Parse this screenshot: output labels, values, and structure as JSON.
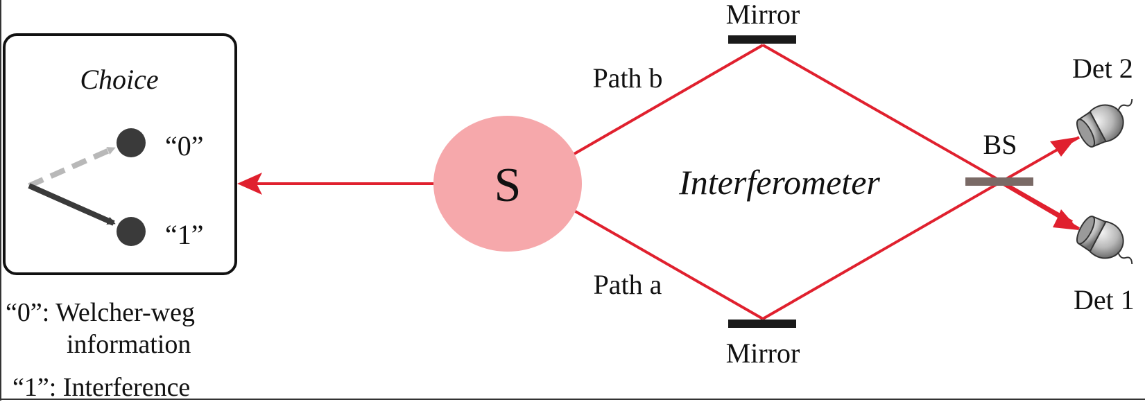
{
  "choice": {
    "title": "Choice",
    "option_0": "“0”",
    "option_1": "“1”"
  },
  "source": {
    "label": "S"
  },
  "interferometer": {
    "label": "Interferometer",
    "path_b": "Path b",
    "path_a": "Path a",
    "mirror_top": "Mirror",
    "mirror_bottom": "Mirror",
    "beam_splitter": "BS",
    "detector_2": "Det 2",
    "detector_1": "Det 1"
  },
  "legend": {
    "line_0_prefix": "“0”: Welcher-weg",
    "line_0_cont": "information",
    "line_1": "“1”: Interference"
  },
  "colors": {
    "beam": "#e0202e",
    "source_fill": "#f6a8ab",
    "mirror": "#1a1a1a",
    "beam_splitter": "#7a6a66",
    "dot": "#3a3a3a",
    "dashed_arrow": "#b8b8b8"
  }
}
